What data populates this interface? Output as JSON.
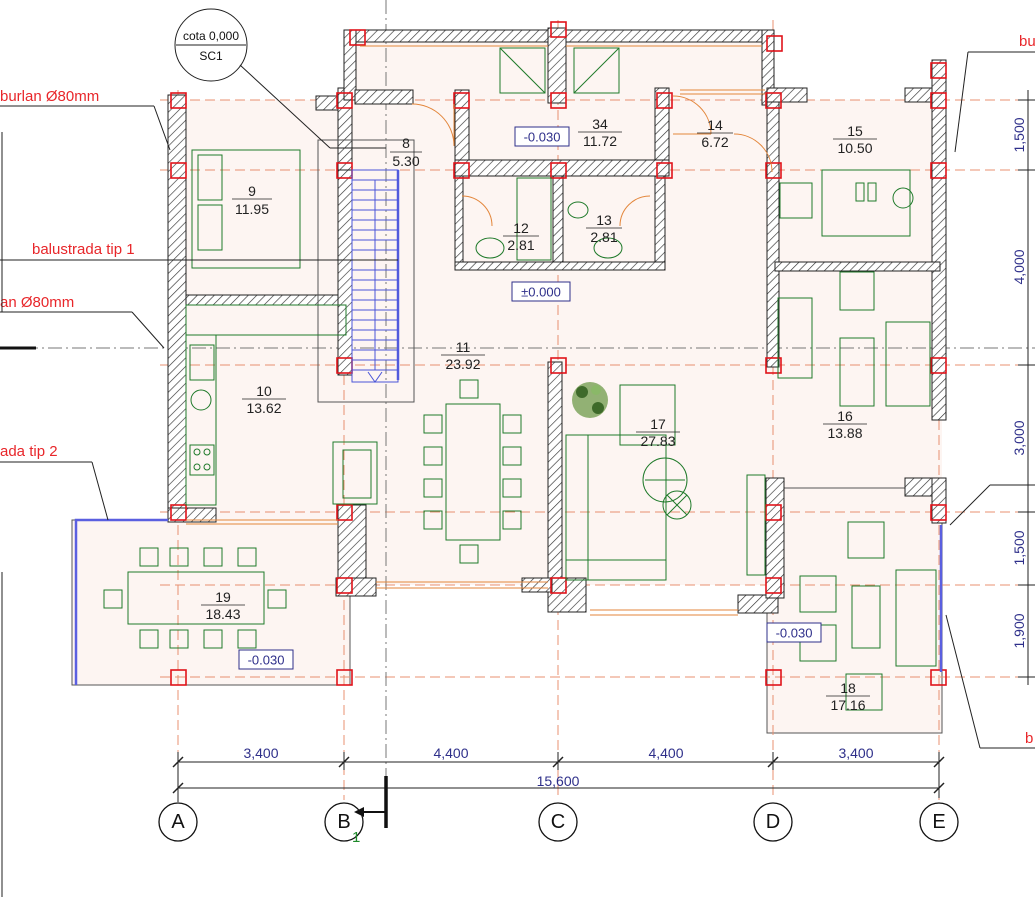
{
  "section_marker": {
    "line1": "cota 0,000",
    "line2": "SC1"
  },
  "annotations": {
    "burlan_top_left": "burlan Ø80mm",
    "balustrada_1": "balustrada tip 1",
    "burlan_left": "an Ø80mm",
    "balustrada_2": "ada tip 2",
    "bu_top_right": "bu",
    "b_bottom_right": "b",
    "section_num": "1"
  },
  "rooms": [
    {
      "id": "9",
      "num": "9",
      "area": "11.95"
    },
    {
      "id": "8",
      "num": "8",
      "area": "5.30"
    },
    {
      "id": "34",
      "num": "34",
      "area": "11.72"
    },
    {
      "id": "14",
      "num": "14",
      "area": "6.72"
    },
    {
      "id": "15",
      "num": "15",
      "area": "10.50"
    },
    {
      "id": "12",
      "num": "12",
      "area": "2.81"
    },
    {
      "id": "13",
      "num": "13",
      "area": "2.81"
    },
    {
      "id": "10",
      "num": "10",
      "area": "13.62"
    },
    {
      "id": "11",
      "num": "11",
      "area": "23.92"
    },
    {
      "id": "17",
      "num": "17",
      "area": "27.83"
    },
    {
      "id": "16",
      "num": "16",
      "area": "13.88"
    },
    {
      "id": "19",
      "num": "19",
      "area": "18.43"
    },
    {
      "id": "18",
      "num": "18",
      "area": "17.16"
    }
  ],
  "levels": {
    "top": "-0.030",
    "main": "±0.000",
    "terrace_left": "-0.030",
    "terrace_right": "-0.030"
  },
  "dims_bottom": [
    "3,400",
    "4,400",
    "4,400",
    "3,400"
  ],
  "dim_total": "15,600",
  "dims_right": [
    "1,500",
    "4,000",
    "3,000",
    "1,500",
    "1,900"
  ],
  "axes": [
    "A",
    "B",
    "C",
    "D",
    "E"
  ]
}
